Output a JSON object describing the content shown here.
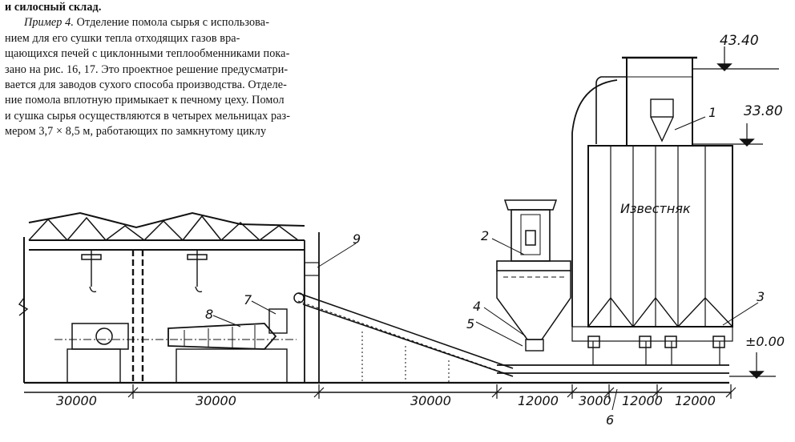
{
  "text": {
    "line0": "и силосный склад.",
    "example_title": "Пример 4.",
    "line1_rest": " Отделение помола сырья с использова-",
    "line2": "нием для его сушки тепла отходящих газов вра-",
    "line3": "щающихся печей с циклонными теплообменниками пока-",
    "line4": "зано на рис. 16, 17. Это проектное решение предусматри-",
    "line5": "вается для заводов сухого способа производства. Отделе-",
    "line6": "ние помола вплотную примыкает к печному цеху. Помол",
    "line7": "и сушка сырья осуществляются в четырех мельницах раз-",
    "line8": "мером 3,7 × 8,5 м, работающих по замкнутому циклу"
  },
  "drawing": {
    "silo_label": "Известняк",
    "elevations": [
      "43.40",
      "33.80",
      "±0.00"
    ],
    "callouts": [
      "1",
      "2",
      "3",
      "4",
      "5",
      "6",
      "7",
      "8",
      "9"
    ],
    "dimensions": [
      "30000",
      "30000",
      "30000",
      "12000",
      "3000",
      "12000",
      "12000"
    ]
  }
}
